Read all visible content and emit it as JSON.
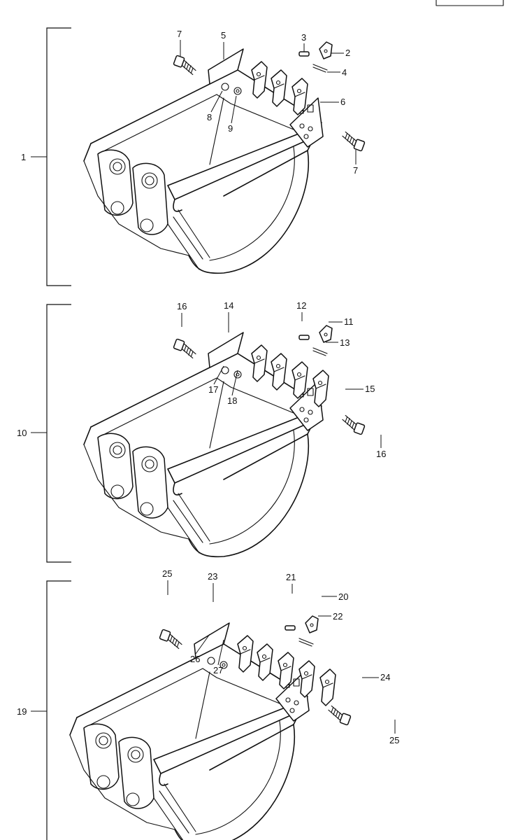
{
  "page_tag": "",
  "assemblies": [
    {
      "ref": "1",
      "callouts": [
        "7",
        "5",
        "3",
        "2",
        "4",
        "6",
        "8",
        "9",
        "7"
      ]
    },
    {
      "ref": "10",
      "callouts": [
        "16",
        "14",
        "12",
        "11",
        "13",
        "15",
        "17",
        "18",
        "16"
      ]
    },
    {
      "ref": "19",
      "callouts": [
        "25",
        "23",
        "21",
        "20",
        "22",
        "24",
        "26",
        "27",
        "25"
      ]
    }
  ]
}
